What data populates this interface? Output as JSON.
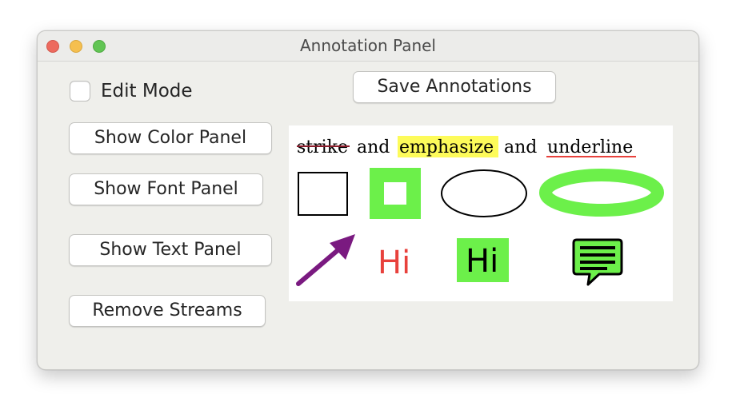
{
  "window": {
    "title": "Annotation Panel"
  },
  "controls": {
    "edit_mode_label": "Edit Mode",
    "edit_mode_checked": false,
    "save_annotations_label": "Save Annotations",
    "show_color_panel_label": "Show Color Panel",
    "show_font_panel_label": "Show Font Panel",
    "show_text_panel_label": "Show Text Panel",
    "remove_streams_label": "Remove Streams"
  },
  "document": {
    "text": {
      "strike": "strike",
      "and_1": "and",
      "emphasize": "emphasize",
      "and_2": "and",
      "underline": "underline"
    },
    "free_text_plain": "Hi",
    "free_text_filled": "Hi",
    "icons": {
      "square": "square-annotation-icon",
      "filled_square": "filled-square-annotation-icon",
      "ellipse": "ellipse-annotation-icon",
      "thick_ellipse": "thick-ellipse-annotation-icon",
      "arrow": "arrow-annotation-icon",
      "comment": "comment-annotation-icon"
    },
    "colors": {
      "strike_line": "#8a1c2b",
      "highlight": "#fdfb5a",
      "underline": "#e8413c",
      "green": "#6cf04a",
      "arrow": "#7a1a80",
      "text_red": "#e8413c",
      "black": "#000000"
    }
  }
}
